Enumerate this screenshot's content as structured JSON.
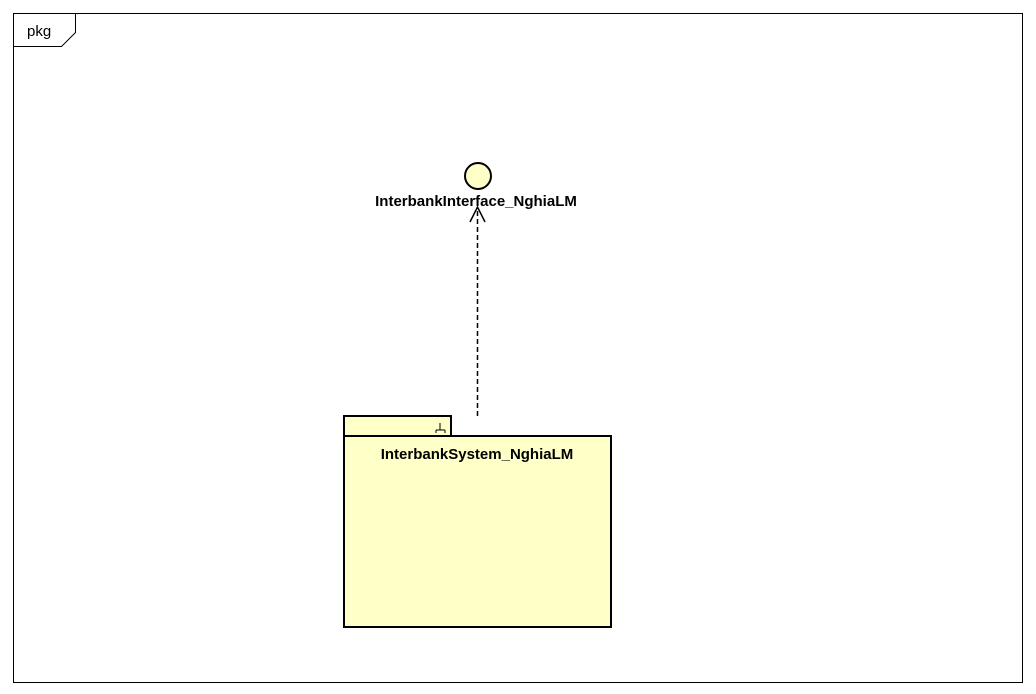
{
  "diagram": {
    "frame": {
      "label": "pkg"
    },
    "interface": {
      "name": "InterbankInterface_NghiaLM"
    },
    "package": {
      "name": "InterbankSystem_NghiaLM",
      "stereotype_icon": "subsystem-fork-icon"
    },
    "dependency": {
      "from": "InterbankSystem_NghiaLM",
      "to": "InterbankInterface_NghiaLM",
      "style": "dashed-open-arrow"
    },
    "colors": {
      "fill": "#FFFFC8",
      "stroke": "#000000",
      "background": "#FFFFFF"
    }
  }
}
